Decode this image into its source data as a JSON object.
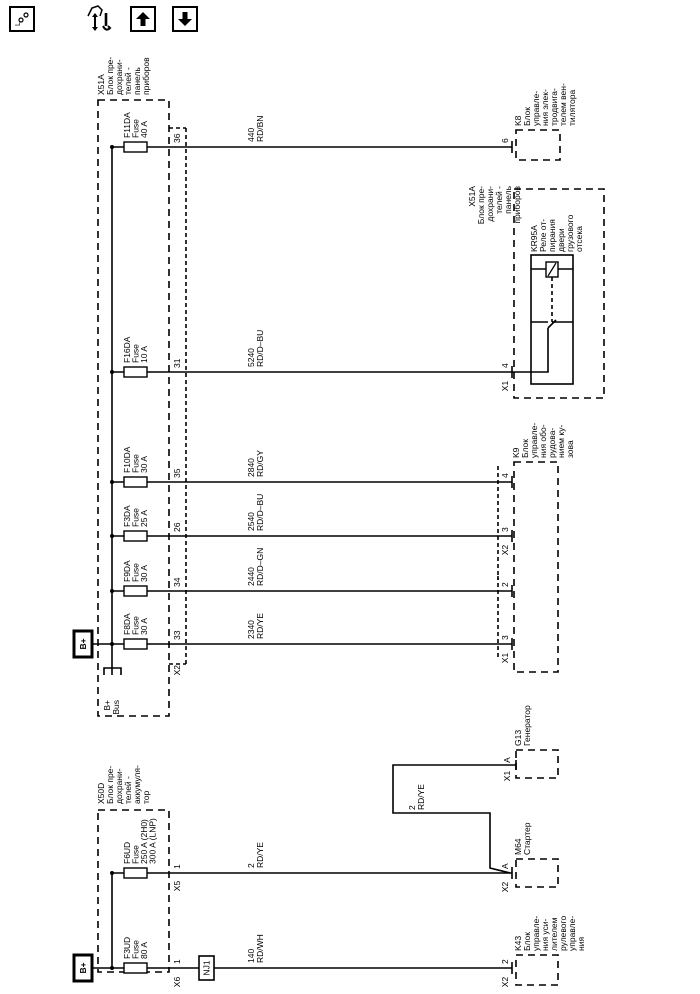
{
  "toolbar": {
    "buttons": [
      {
        "name": "location-view-button",
        "icon": "loc-icon",
        "text": "LOC"
      },
      {
        "name": "connector-harness-button",
        "icon": "harness-wrench-icon"
      },
      {
        "name": "previous-page-button",
        "icon": "arrow-up-icon"
      },
      {
        "name": "next-page-button",
        "icon": "arrow-down-icon"
      }
    ]
  },
  "diagram": {
    "power_sources": [
      {
        "id": "bplus-upper",
        "label": "B+"
      },
      {
        "id": "bplus-lower",
        "label": "B+"
      }
    ],
    "bus": {
      "label_line1": "B+",
      "label_line2": "Bus"
    },
    "fuse_blocks": [
      {
        "id": "X51A",
        "lines": [
          "X51A",
          "Блок пре-",
          "дохрани-",
          "телей -",
          "панель",
          "приборов"
        ]
      },
      {
        "id": "X50D",
        "lines": [
          "X50D",
          "Блок пре-",
          "дохрани-",
          "телей -",
          "аккумуля-",
          "тор"
        ]
      }
    ],
    "circuits": [
      {
        "fuse": [
          "F11DA",
          "Fuse",
          "40 A"
        ],
        "pin": "36",
        "wire_num": "440",
        "wire_color": "RD/BN",
        "dest_pin": "6",
        "dest_conn": ""
      },
      {
        "fuse": [
          "F16DA",
          "Fuse",
          "10 A"
        ],
        "pin": "31",
        "wire_num": "5240",
        "wire_color": "RD/D–BU",
        "dest_pin": "4",
        "dest_conn": "X1"
      },
      {
        "fuse": [
          "F10DA",
          "Fuse",
          "30 A"
        ],
        "pin": "35",
        "wire_num": "2840",
        "wire_color": "RD/GY",
        "dest_pin": "4",
        "dest_conn": ""
      },
      {
        "fuse": [
          "F3DA",
          "Fuse",
          "25 A"
        ],
        "pin": "26",
        "wire_num": "2540",
        "wire_color": "RD/D–BU",
        "dest_pin": "3",
        "dest_conn": "X2"
      },
      {
        "fuse": [
          "F9DA",
          "Fuse",
          "30 A"
        ],
        "pin": "34",
        "wire_num": "2440",
        "wire_color": "RD/D–GN",
        "dest_pin": "2",
        "dest_conn": ""
      },
      {
        "fuse": [
          "F8DA",
          "Fuse",
          "30 A"
        ],
        "pin": "33",
        "wire_num": "2340",
        "wire_color": "RD/YE",
        "dest_pin": "3",
        "dest_conn": "X1"
      },
      {
        "fuse": [
          "F6UD",
          "Fuse",
          "250 A (2H0)",
          "300 A (LNP)"
        ],
        "pin": "1",
        "wire_num": "2",
        "wire_color": "RD/YE",
        "dest_pin": "A",
        "dest_conn": "X2"
      },
      {
        "fuse": [
          "F3UD",
          "Fuse",
          "80 A"
        ],
        "pin": "1",
        "wire_num": "140",
        "wire_color": "RD/WH",
        "dest_pin": "2",
        "dest_conn": "X2"
      }
    ],
    "source_connectors": {
      "x2": "X2",
      "x5": "X5",
      "x6": "X6"
    },
    "splice": {
      "label": "NJ1"
    },
    "branch_wire": {
      "wire_num": "2",
      "wire_color": "RD/YE",
      "dest_pin": "A",
      "dest_conn": "X1"
    },
    "components": [
      {
        "id": "K8",
        "lines": [
          "K8",
          "Блок",
          "управле-",
          "ния элек-",
          "тродвига-",
          "телем вен-",
          "тилятора"
        ]
      },
      {
        "id": "X51A-relay-host",
        "lines": [
          "X51A",
          "Блок пре-",
          "дохрани-",
          "телей -",
          "панель",
          "приборов"
        ]
      },
      {
        "id": "KR95A",
        "lines": [
          "KR95A",
          "Реле от-",
          "пирания",
          "двери",
          "грузового",
          "отсека"
        ]
      },
      {
        "id": "K9",
        "lines": [
          "K9",
          "Блок",
          "управле-",
          "ния обо-",
          "рудова-",
          "нием ку-",
          "зова"
        ]
      },
      {
        "id": "G13",
        "lines": [
          "G13",
          "Генератор"
        ]
      },
      {
        "id": "M64",
        "lines": [
          "M64",
          "Стартер"
        ]
      },
      {
        "id": "K43",
        "lines": [
          "K43",
          "Блок",
          "управле-",
          "ния уси-",
          "лителем",
          "рулевого",
          "управле-",
          "ния"
        ]
      }
    ]
  }
}
